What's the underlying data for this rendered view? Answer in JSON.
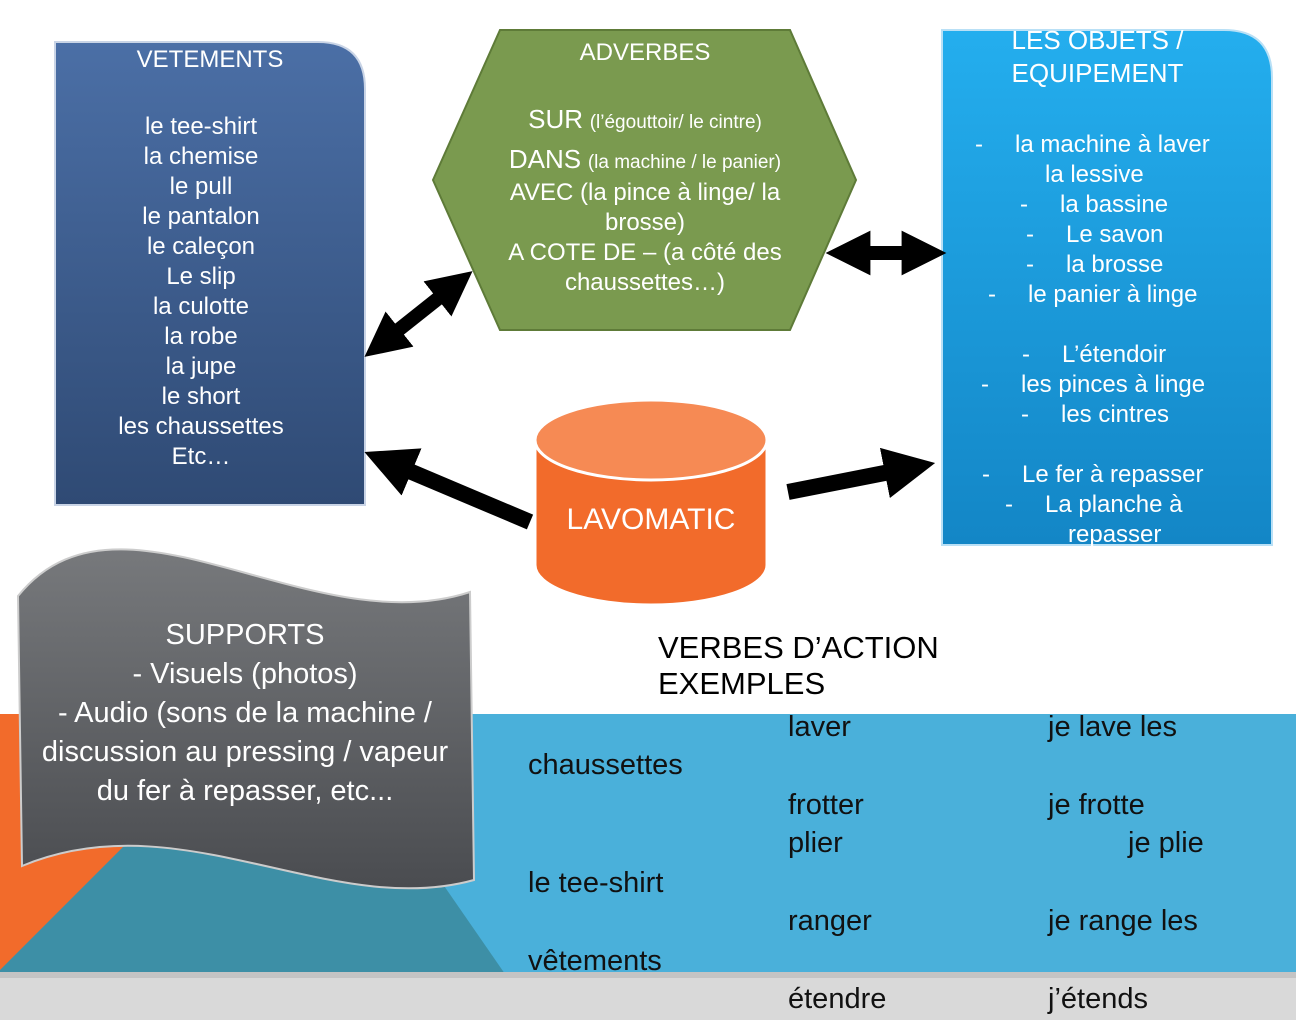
{
  "vetements": {
    "title": "VETEMENTS",
    "items": [
      "le tee-shirt",
      "la chemise",
      "le pull",
      "le pantalon",
      "le caleçon",
      "Le slip",
      "la culotte",
      "la robe",
      "la jupe",
      "le short",
      "les chaussettes",
      "Etc…"
    ]
  },
  "adverbes": {
    "title": "ADVERBES",
    "sur": "SUR",
    "sur_detail": "(l’égouttoir/ le cintre)",
    "dans": "DANS",
    "dans_detail": "(la machine / le panier)",
    "avec": "AVEC (la pince à linge/ la brosse)",
    "acote": "A COTE DE – (a côté des chaussettes…)"
  },
  "objets": {
    "title_line1": "LES OBJETS /",
    "title_line2": "EQUIPEMENT",
    "items": [
      {
        "dash": "-",
        "label": "la machine à laver"
      },
      {
        "dash": "",
        "label": "la lessive"
      },
      {
        "dash": "-",
        "label": "la bassine"
      },
      {
        "dash": "-",
        "label": "Le savon"
      },
      {
        "dash": "-",
        "label": "la brosse"
      },
      {
        "dash": "-",
        "label": "le panier à linge"
      },
      {
        "dash": "-",
        "label": "L’étendoir"
      },
      {
        "dash": "-",
        "label": "les pinces à linge"
      },
      {
        "dash": "-",
        "label": "les cintres"
      },
      {
        "dash": "-",
        "label": "Le fer à repasser"
      },
      {
        "dash": "-",
        "label": "La planche à"
      },
      {
        "dash": "",
        "label": "repasser"
      }
    ]
  },
  "lavomatic": {
    "label": "LAVOMATIC"
  },
  "supports": {
    "title": "SUPPORTS",
    "line1": "- Visuels (photos)",
    "line2": "- Audio (sons de la machine / discussion au pressing / vapeur du fer à repasser, etc..."
  },
  "verbes": {
    "heading1": "VERBES D’ACTION",
    "heading2": "EXEMPLES",
    "rows": [
      {
        "verb": "laver",
        "example": "je lave les",
        "cont": "chaussettes"
      },
      {
        "verb": "frotter",
        "example": "je frotte",
        "cont": ""
      },
      {
        "verb": "plier",
        "example": "je plie",
        "cont": "le tee-shirt"
      },
      {
        "verb": "ranger",
        "example": "je range les",
        "cont": "vêtements"
      },
      {
        "verb": "étendre",
        "example": "j’étends",
        "cont": ""
      }
    ]
  },
  "colors": {
    "vetements_box": "#3d5d90",
    "adverbes_box": "#7a9a4f",
    "objets_box": "#1e9be0",
    "lavomatic": "#f26b2b",
    "supports_banner": "#5c5e62",
    "bg_blue": "#4ab0da",
    "bg_orange": "#f26b2b",
    "bg_teal": "#3d8fa6"
  }
}
